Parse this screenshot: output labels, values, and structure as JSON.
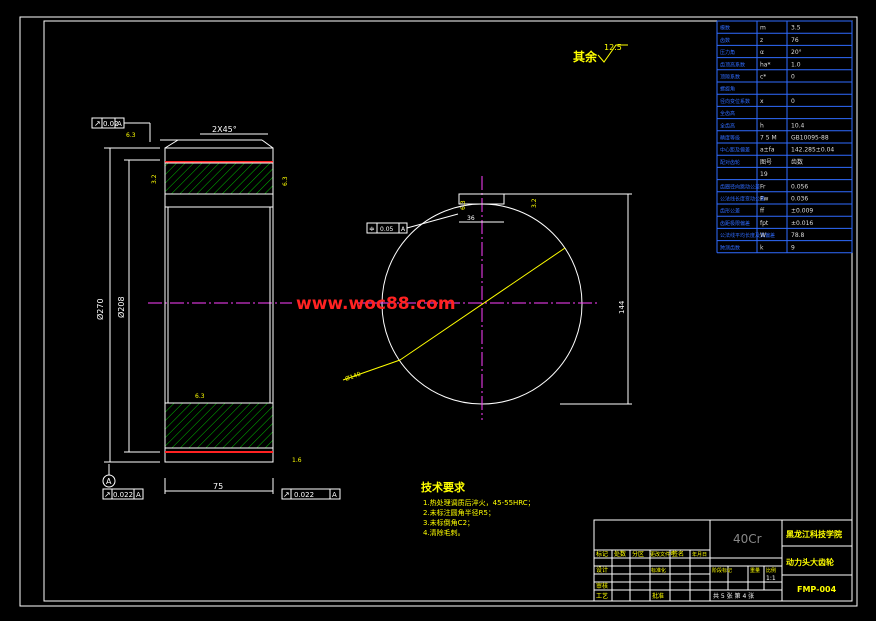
{
  "watermark": "www.woc88.com",
  "surface_finish": {
    "label": "其余",
    "value": "12.5"
  },
  "section_view": {
    "chamfer": "2X45°",
    "gdt_runout_top": "0.02",
    "gdt_runout_bottom_left": "0.022",
    "gdt_runout_bottom_right": "0.022",
    "datum_ref": "A",
    "datum_label": "A",
    "roughness_top": "6.3",
    "roughness_side_left": "3.2",
    "roughness_side_right": "6.3",
    "roughness_inner": "6.3",
    "roughness_bottom": "1.6",
    "dim_outer_diameter": "Ø270",
    "dim_inner_diameter": "Ø208",
    "dim_width": "75"
  },
  "hub_view": {
    "symmetry_tol": "0.05",
    "symmetry_datum": "A",
    "keyway_width": "36",
    "roughness_keyway_left": "6.3",
    "roughness_keyway_right": "3.2",
    "dim_keyway_depth": "144",
    "dim_bore": "Ø140"
  },
  "tech_requirements": {
    "title": "技术要求",
    "items": [
      "1.热处理调质后淬火，45-55HRC；",
      "2.未标注圆角半径R5；",
      "3.未标倒角C2；",
      "4.清除毛刺。"
    ]
  },
  "param_table": {
    "rows": [
      [
        "模数",
        "m",
        "3.5"
      ],
      [
        "齿数",
        "z",
        "76"
      ],
      [
        "压力角",
        "α",
        "20°"
      ],
      [
        "齿顶高系数",
        "ha*",
        "1.0"
      ],
      [
        "顶隙系数",
        "c*",
        "0"
      ],
      [
        "螺旋角",
        "",
        ""
      ],
      [
        "径向变位系数",
        "x",
        "0"
      ],
      [
        "全齿高",
        "",
        ""
      ],
      [
        "全齿高",
        "h",
        "10.4"
      ],
      [
        "精度等级",
        "7 5 M",
        "GB10095-88"
      ],
      [
        "中心距及偏差",
        "a±fa",
        "142.285±0.04"
      ],
      [
        "配对齿轮",
        "图号",
        "齿数"
      ],
      [
        "",
        "19",
        ""
      ],
      [
        "齿圈径向跳动公差",
        "Fr",
        "0.056"
      ],
      [
        "公法线长度变动公差",
        "Fw",
        "0.036"
      ],
      [
        "齿形公差",
        "ff",
        "±0.009"
      ],
      [
        "齿距极限偏差",
        "fpt",
        "±0.016"
      ],
      [
        "公法线平均长度及其偏差",
        "W",
        "78.8"
      ],
      [
        "跨测齿数",
        "k",
        "9"
      ]
    ]
  },
  "title_block": {
    "material": "40Cr",
    "school": "黑龙江科技学院",
    "part_name": "动力头大齿轮",
    "drawing_no": "FMP-004",
    "scale": "1:1",
    "sheet": "共 5 张   第 4 张",
    "labels": [
      "标记",
      "处数",
      "分区",
      "更改文件号",
      "签名",
      "年月日",
      "设计",
      "标准化",
      "阶段标记",
      "重量",
      "比例",
      "审核",
      "工艺",
      "批准"
    ]
  }
}
